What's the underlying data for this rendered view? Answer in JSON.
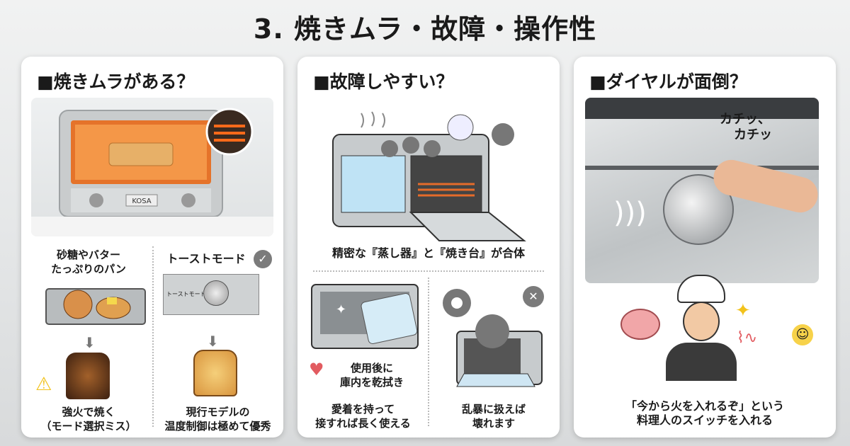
{
  "title": "3. 焼きムラ・故障・操作性",
  "cards": [
    {
      "heading": "■焼きムラがある？",
      "toaster_brand": "KOSA",
      "left_caption": [
        "砂糖やバター",
        "たっぷりのパン"
      ],
      "right_caption": "トーストモード",
      "dial_label": "トーストモード",
      "left_result": [
        "強火で焼く",
        "（モード選択ミス）"
      ],
      "right_result": [
        "現行モデルの",
        "温度制御は極めて優秀"
      ],
      "icons": [
        "warning-icon",
        "check-icon"
      ]
    },
    {
      "heading": "■故障しやすい？",
      "caption": "精密な『蒸し器』と『焼き台』が合体",
      "left_note": [
        "使用後に",
        "庫内を乾拭き"
      ],
      "left_result": [
        "愛着を持って",
        "接すれば長く使える"
      ],
      "right_result": [
        "乱暴に扱えば",
        "壊れます"
      ],
      "icons": [
        "heart-icon",
        "cross-icon",
        "gear-icon"
      ]
    },
    {
      "heading": "■ダイヤルが面倒？",
      "sound": [
        "カチッ、",
        "カチッ"
      ],
      "caption": [
        "「今から火を入れるぞ」という",
        "料理人のスイッチを入れる"
      ],
      "icons": [
        "brain-icon",
        "sparkle-icon",
        "smile-icon",
        "chef-icon"
      ]
    }
  ],
  "colors": {
    "accent_orange": "#f08a2c",
    "heart": "#e25b60",
    "gray_icon": "#7b7b7b"
  }
}
